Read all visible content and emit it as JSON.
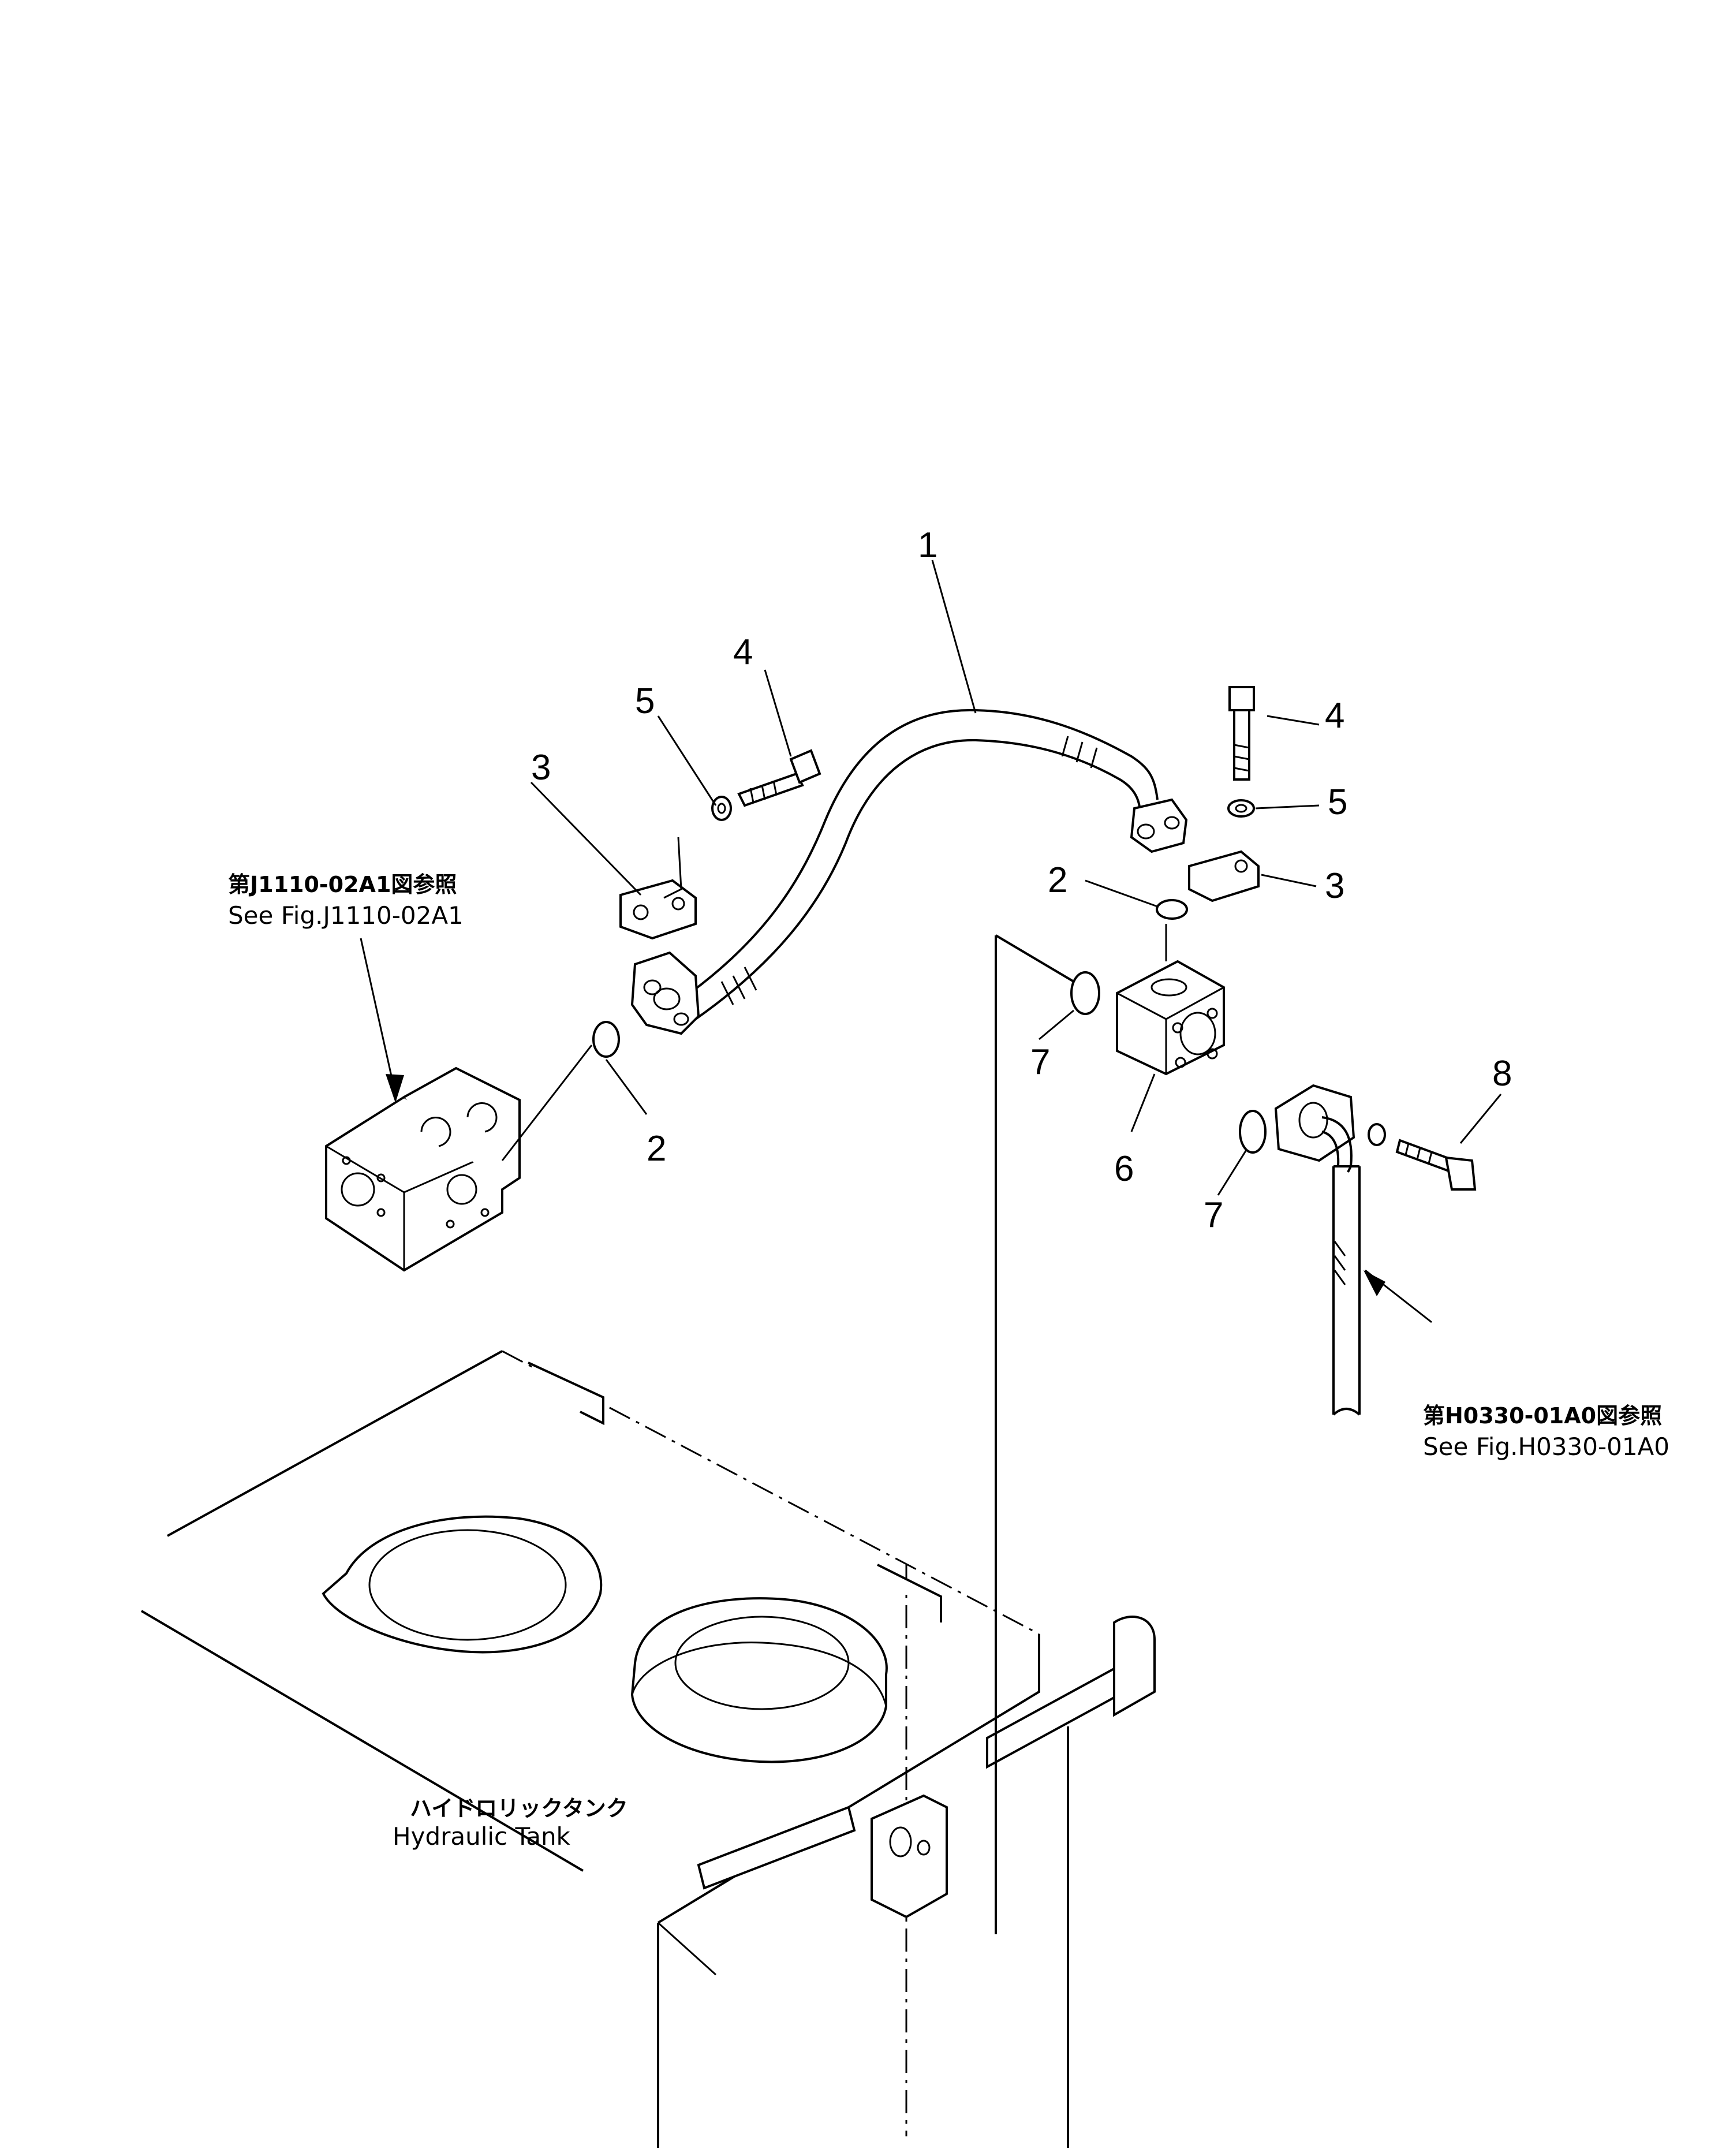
{
  "callouts": {
    "c1": "1",
    "c2a": "2",
    "c2b": "2",
    "c3a": "3",
    "c3b": "3",
    "c4a": "4",
    "c4b": "4",
    "c5a": "5",
    "c5b": "5",
    "c6": "6",
    "c7a": "7",
    "c7b": "7",
    "c8": "8"
  },
  "notes": {
    "ref_left": {
      "jp": "第J1110-02A1図参照",
      "en": "See Fig.J1110-02A1"
    },
    "ref_right": {
      "jp": "第H0330-01A0図参照",
      "en": "See Fig.H0330-01A0"
    },
    "tank": {
      "jp": "ハイドロリックタンク",
      "en": "Hydraulic  Tank"
    }
  }
}
